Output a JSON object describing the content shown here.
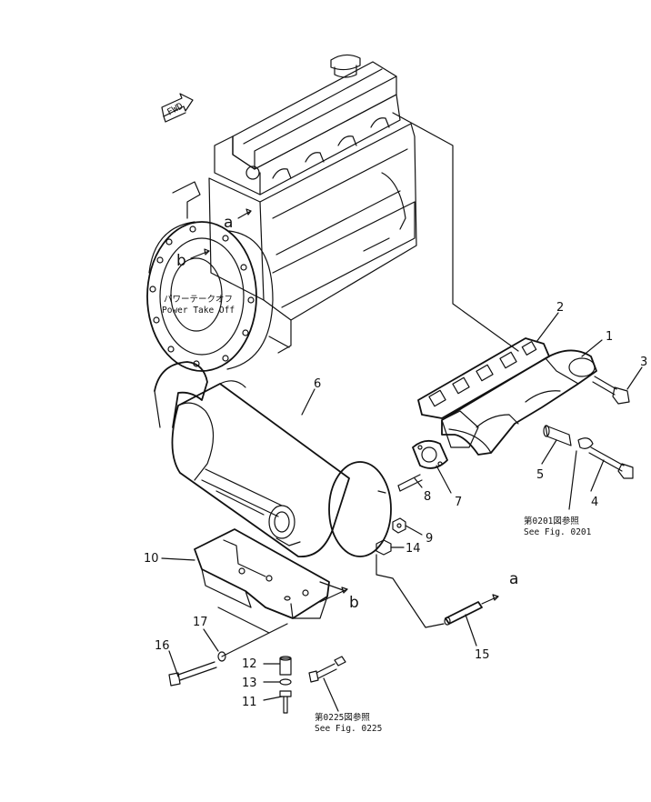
{
  "direction_marker": {
    "label": "FWD"
  },
  "engine": {
    "pto_label_jp": "パワーテークオフ",
    "pto_label_en": "Power Take Off"
  },
  "connection_labels": {
    "a_engine": "a",
    "b_engine": "b",
    "a_pipe": "a",
    "b_bracket": "b"
  },
  "callouts": {
    "c1": "1",
    "c2": "2",
    "c3": "3",
    "c4": "4",
    "c5": "5",
    "c6": "6",
    "c7": "7",
    "c8": "8",
    "c9": "9",
    "c10": "10",
    "c11": "11",
    "c12": "12",
    "c13": "13",
    "c14": "14",
    "c15": "15",
    "c16": "16",
    "c17": "17"
  },
  "references": {
    "fig0201_jp": "第0201図参照",
    "fig0201_en": "See Fig. 0201",
    "fig0225_jp": "第0225図参照",
    "fig0225_en": "See Fig. 0225"
  }
}
